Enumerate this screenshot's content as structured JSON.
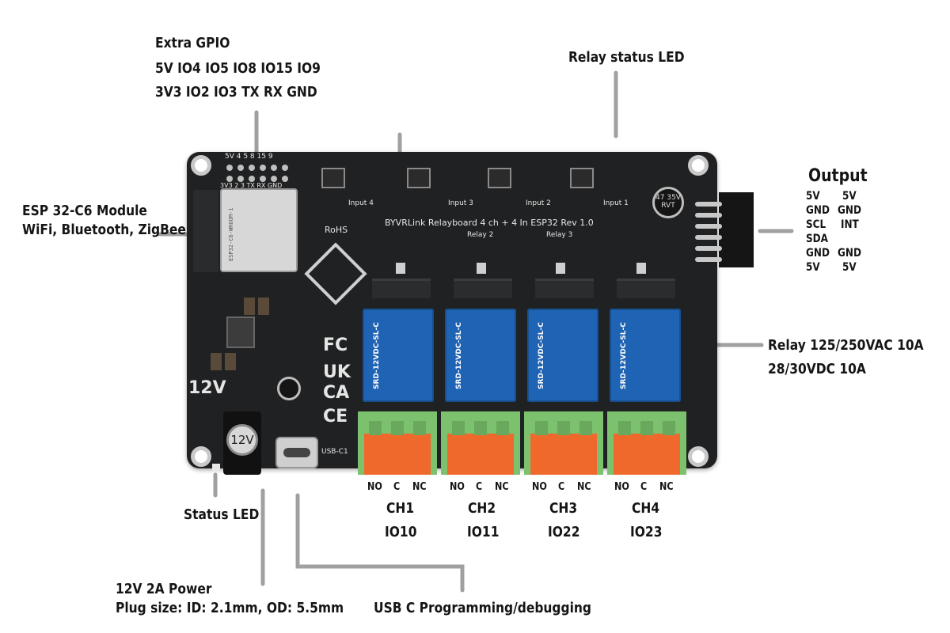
{
  "labels": {
    "extra_gpio_title": "Extra GPIO",
    "extra_gpio_row1": "5V IO4 IO5 IO8 IO15 IO9",
    "extra_gpio_row2": "3V3 IO2 IO3 TX RX GND",
    "relay_status_led": "Relay status LED",
    "output_title": "Output",
    "esp_module_line1": "ESP 32-C6 Module",
    "esp_module_line2": "WiFi, Bluetooth, ZigBee",
    "relay_spec_line1": "Relay 125/250VAC 10A",
    "relay_spec_line2": "28/30VDC 10A",
    "status_led": "Status LED",
    "power_line1": "12V 2A Power",
    "power_line2": "Plug size: ID: 2.1mm, OD: 5.5mm",
    "usb_label": "USB C Programming/debugging"
  },
  "output_pins": {
    "left": [
      "5V",
      "GND",
      "SCL",
      "SDA",
      "GND",
      "5V"
    ],
    "right": [
      "5V",
      "GND",
      "INT",
      "",
      "GND",
      "5V"
    ]
  },
  "channels": [
    {
      "name": "CH1",
      "io": "IO10",
      "contacts": [
        "NO",
        "C",
        "NC"
      ]
    },
    {
      "name": "CH2",
      "io": "IO11",
      "contacts": [
        "NO",
        "C",
        "NC"
      ]
    },
    {
      "name": "CH3",
      "io": "IO22",
      "contacts": [
        "NO",
        "C",
        "NC"
      ]
    },
    {
      "name": "CH4",
      "io": "IO23",
      "contacts": [
        "NO",
        "C",
        "NC"
      ]
    }
  ],
  "board": {
    "title": "BYVRLink Relayboard 4 ch + 4 In ESP32 Rev 1.0",
    "voltage_silk": "12V",
    "jack_label": "12V",
    "usb_silk": "USB-C1",
    "rohs": "RoHS",
    "relay_parts": [
      "SRD-12VDC-SL-C",
      "SRD-12VDC-SL-C",
      "SRD-12VDC-SL-C",
      "SRD-12VDC-SL-C"
    ],
    "relay_sublabels": [
      "Relay 2",
      "Relay 3"
    ],
    "cert_marks": [
      "FC",
      "UK",
      "CA",
      "CE"
    ],
    "inputs_silk": [
      "Input 4",
      "Input 3",
      "Input 2",
      "Input 1"
    ],
    "header_silk": "5V 4 5 8 15 9",
    "header_silk2": "3V3 2  3 TX RX GND",
    "cap_label": "47 35V RVT",
    "module_text": "ESP32-C6-WROOM-1"
  }
}
